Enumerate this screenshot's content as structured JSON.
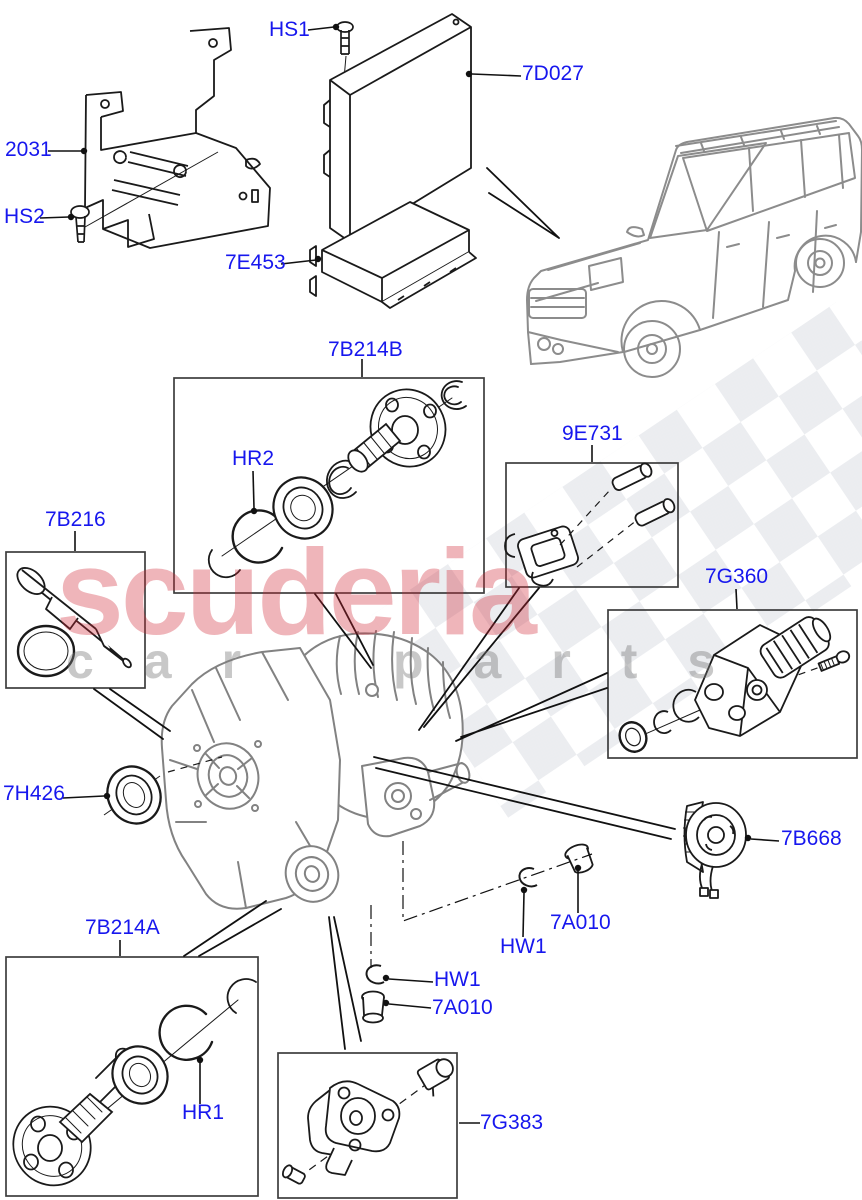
{
  "page": {
    "background": "#ffffff"
  },
  "watermark": {
    "brand": "scuderia",
    "tagline": "car parts",
    "brand_color": "#d02634",
    "tagline_color": "#7d7d7d"
  },
  "colors": {
    "label_blue": "#1717ee",
    "line_black": "#1a1a1a",
    "box_border": "#3d3d3d",
    "vehicle_gray": "#8c8c8c",
    "case_gray": "#828282"
  },
  "labels": {
    "hs1": {
      "text": "HS1"
    },
    "p7d027": {
      "text": "7D027"
    },
    "l2031": {
      "text": "2031"
    },
    "hs2": {
      "text": "HS2"
    },
    "p7e453": {
      "text": "7E453"
    },
    "p7b214b": {
      "text": "7B214B"
    },
    "hr2": {
      "text": "HR2"
    },
    "p9e731": {
      "text": "9E731"
    },
    "p7b216": {
      "text": "7B216"
    },
    "p7g360": {
      "text": "7G360"
    },
    "p7h426": {
      "text": "7H426"
    },
    "p7b668": {
      "text": "7B668"
    },
    "p7b214a": {
      "text": "7B214A"
    },
    "hw1_upper": {
      "text": "HW1"
    },
    "p7a010_upper": {
      "text": "7A010"
    },
    "hw1_lower": {
      "text": "HW1"
    },
    "p7a010_lower": {
      "text": "7A010"
    },
    "hr1": {
      "text": "HR1"
    },
    "p7g383": {
      "text": "7G383"
    }
  }
}
